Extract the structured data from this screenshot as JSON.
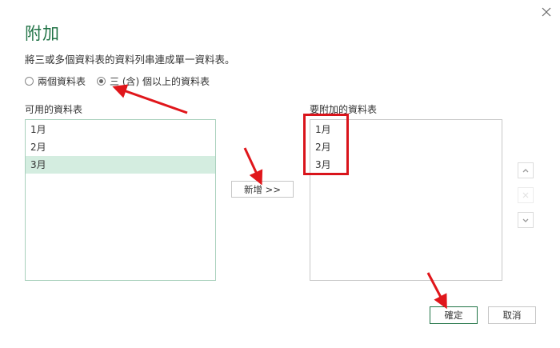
{
  "dialog": {
    "title": "附加",
    "description": "將三或多個資料表的資料列串連成單一資料表。",
    "close_icon": "close-icon",
    "mode_options": [
      {
        "label": "兩個資料表",
        "selected": false
      },
      {
        "label": "三 (含) 個以上的資料表",
        "selected": true
      }
    ],
    "available_tables": {
      "label": "可用的資料表",
      "items": [
        {
          "label": "1月",
          "selected": false
        },
        {
          "label": "2月",
          "selected": false
        },
        {
          "label": "3月",
          "selected": true
        }
      ]
    },
    "add_button_label": "新增 >>",
    "tables_to_append": {
      "label": "要附加的資料表",
      "items": [
        {
          "label": "1月"
        },
        {
          "label": "2月"
        },
        {
          "label": "3月"
        }
      ]
    },
    "side_controls": [
      {
        "icon": "chevron-up-icon",
        "enabled": true
      },
      {
        "icon": "remove-icon",
        "enabled": false
      },
      {
        "icon": "chevron-down-icon",
        "enabled": true
      }
    ],
    "ok_button_label": "確定",
    "cancel_button_label": "取消"
  },
  "annotation": {
    "arrow_color": "#e0161b",
    "highlight_color": "#d9141b",
    "accent_color": "#217346",
    "selection_color": "#d4ede0"
  }
}
